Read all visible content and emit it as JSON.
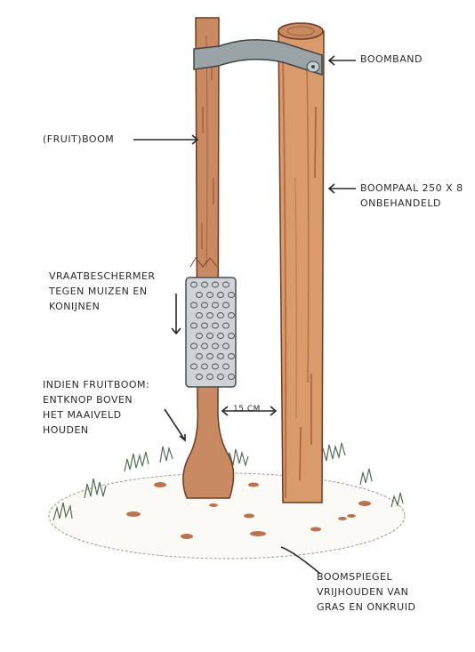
{
  "labels": {
    "boomband": "BOOMBAND",
    "fruitboom": "(FRUIT)BOOM",
    "boompaal_1": "BOOMPAAL 250 X 8",
    "boompaal_2": "ONBEHANDELD",
    "vraat_1": "VRAATBESCHERMER",
    "vraat_2": "TEGEN MUIZEN EN",
    "vraat_3": "KONIJNEN",
    "indien_1": "INDIEN FRUITBOOM:",
    "indien_2": "ENTKNOP BOVEN",
    "indien_3": "HET MAAIVELD",
    "indien_4": "HOUDEN",
    "distance": "15 CM",
    "spiegel_1": "BOOMSPIEGEL",
    "spiegel_2": "VRIJHOUDEN VAN",
    "spiegel_3": "GRAS EN ONKRUID"
  },
  "colors": {
    "stake": "#d99a6c",
    "stake_shade": "#b86f45",
    "trunk": "#c98a63",
    "band": "#9aa3a6",
    "guard": "#cfd3d6",
    "ink": "#2a2a2a",
    "grass": "#556b55",
    "soil": "#b9744f"
  }
}
